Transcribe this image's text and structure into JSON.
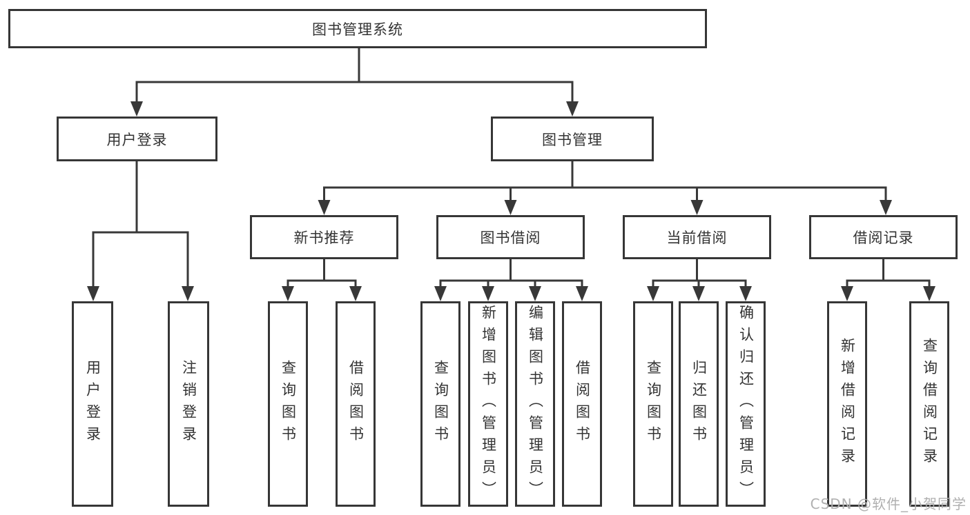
{
  "colors": {
    "line": "#383838",
    "border": "#363636",
    "text": "#333333",
    "watermark": "#b0b0b0",
    "background": "#ffffff"
  },
  "watermark": "CSDN @软件_小贺同学",
  "tree": {
    "root": "图书管理系统",
    "user": {
      "label": "用户登录",
      "children": [
        "用户登录",
        "注销登录"
      ]
    },
    "mgmt": {
      "label": "图书管理",
      "newbook": {
        "label": "新书推荐",
        "children": [
          "查询图书",
          "借阅图书"
        ]
      },
      "borrow": {
        "label": "图书借阅",
        "children": [
          "查询图书",
          "新增图书（管理员）",
          "编辑图书（管理员）",
          "借阅图书"
        ]
      },
      "current": {
        "label": "当前借阅",
        "children": [
          "查询图书",
          "归还图书",
          "确认归还（管理员）"
        ]
      },
      "records": {
        "label": "借阅记录",
        "children": [
          "新增借阅记录",
          "查询借阅记录"
        ]
      }
    }
  }
}
